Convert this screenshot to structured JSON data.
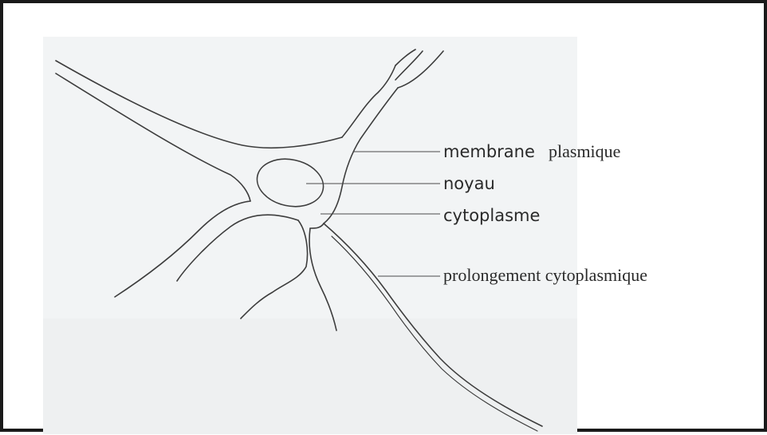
{
  "labels": {
    "membrane": "membrane",
    "plasmique": "plasmique",
    "noyau": "noyau",
    "cytoplasme": "cytoplasme",
    "prolongement": "prolongement cytoplasmique"
  },
  "colors": {
    "background_panel": "#f2f4f5",
    "outline": "#3d3d3d",
    "frame": "#1a1a1a"
  }
}
